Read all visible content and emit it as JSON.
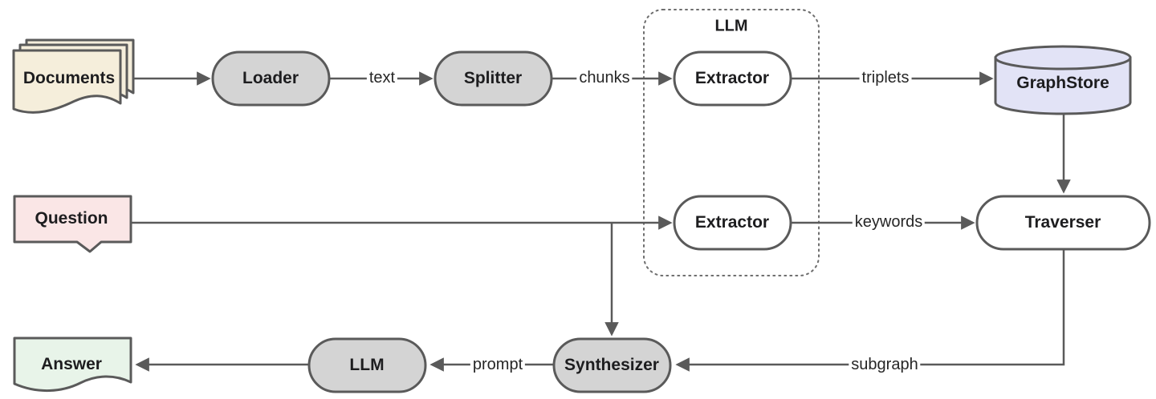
{
  "nodes": {
    "documents": "Documents",
    "loader": "Loader",
    "splitter": "Splitter",
    "extractor_ingest": "Extractor",
    "graphstore": "GraphStore",
    "question": "Question",
    "extractor_query": "Extractor",
    "traverser": "Traverser",
    "synthesizer": "Synthesizer",
    "llm": "LLM",
    "answer": "Answer"
  },
  "groups": {
    "llm_box": "LLM"
  },
  "edges": {
    "text": "text",
    "chunks": "chunks",
    "triplets": "triplets",
    "keywords": "keywords",
    "subgraph": "subgraph",
    "prompt": "prompt"
  },
  "colors": {
    "stroke": "#5a5a5a",
    "process_fill": "#d4d4d4",
    "white_fill": "#ffffff",
    "documents_fill": "#f5eedb",
    "question_fill": "#fae6e6",
    "answer_fill": "#e8f4e9",
    "graphstore_fill": "#e2e3f6",
    "text": "#1d1d1f"
  }
}
